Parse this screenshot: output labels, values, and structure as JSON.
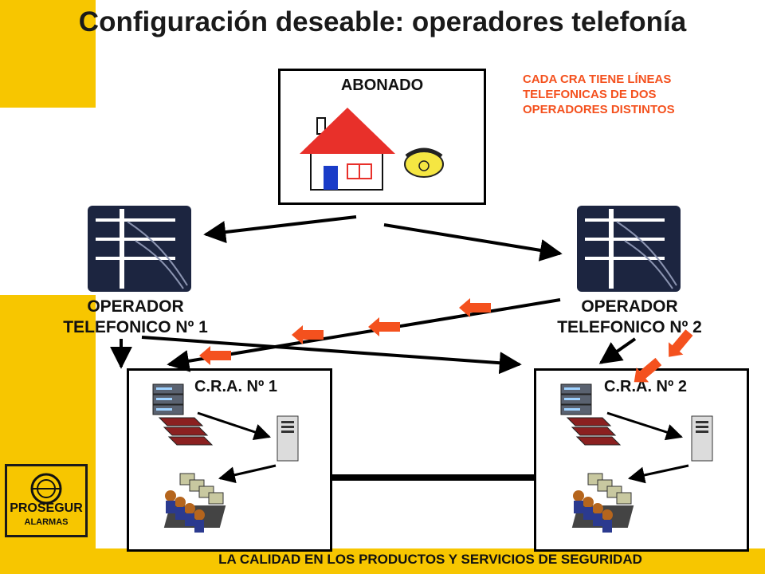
{
  "title": "Configuración deseable: operadores telefonía",
  "subscriber": {
    "label": "ABONADO"
  },
  "note": "CADA CRA TIENE LÍNEAS TELEFONICAS DE DOS OPERADORES DISTINTOS",
  "operators": [
    {
      "line1": "OPERADOR",
      "line2": "TELEFONICO Nº 1"
    },
    {
      "line1": "OPERADOR",
      "line2": "TELEFONICO Nº 2"
    }
  ],
  "cras": [
    {
      "label": "C.R.A. Nº 1"
    },
    {
      "label": "C.R.A. Nº 2"
    }
  ],
  "footer": "LA CALIDAD EN LOS PRODUCTOS Y SERVICIOS DE SEGURIDAD",
  "logo": {
    "brand": "PROSEGUR",
    "sub": "ALARMAS"
  },
  "colors": {
    "sidebar": "#f7c600",
    "note": "#f4511e",
    "arrow_highlight": "#f4511e",
    "roof": "#e8302a",
    "phone": "#f5e642"
  }
}
